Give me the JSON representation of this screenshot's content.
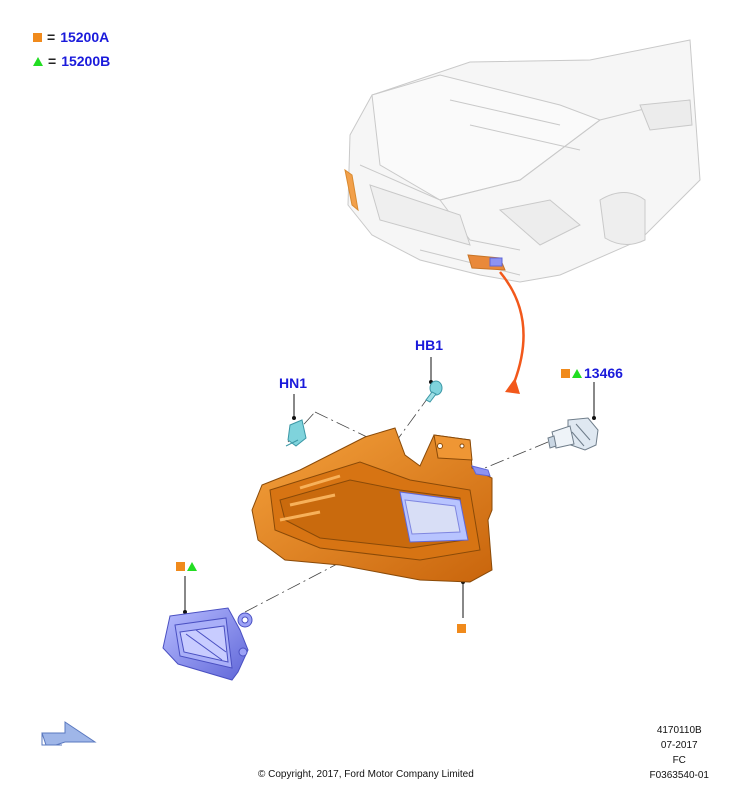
{
  "legend": [
    {
      "symbol": "square",
      "equals": "=",
      "code": "15200A"
    },
    {
      "symbol": "triangle",
      "equals": "=",
      "code": "15200B"
    }
  ],
  "callouts": {
    "hn1": "HN1",
    "hb1": "HB1",
    "bulb": "13466"
  },
  "colors": {
    "legend_square": "#f08a1c",
    "legend_triangle": "#22dd22",
    "callout_text": "#1a1adb",
    "bracket_fill": "#e07b14",
    "lamp_fill": "#8d93f2",
    "arrow": "#f2581b",
    "nav_arrow": "#9fb6e8"
  },
  "icons": {
    "nav": "view-direction-arrow-icon",
    "square": "orange-square-icon",
    "triangle": "green-triangle-icon"
  },
  "footer": {
    "copyright": "© Copyright, 2017, Ford Motor Company Limited"
  },
  "meta": {
    "line1": "4170110B",
    "line2": "07-2017",
    "line3": "FC",
    "line4": "F0363540-01"
  }
}
